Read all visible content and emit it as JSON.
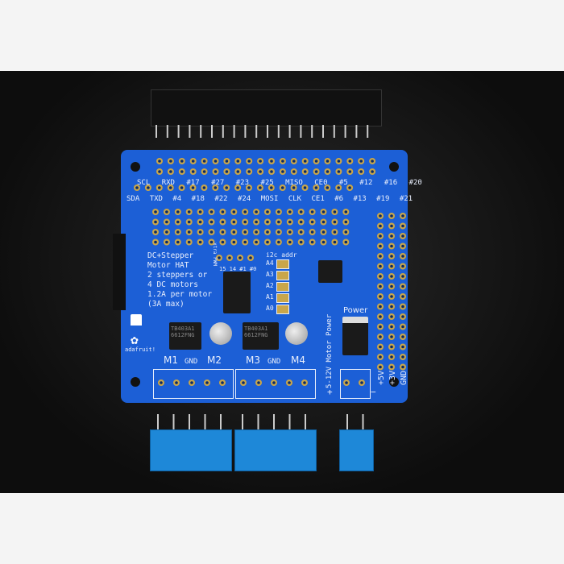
{
  "board": {
    "title_lines": [
      "DC+Stepper",
      "Motor HAT",
      "2 steppers or",
      "4 DC motors",
      "1.2A per motor",
      "(3A max)"
    ],
    "top_row_labels": [
      "SCL",
      "RXD",
      "#17",
      "#27",
      "#23",
      "#25",
      "MISO",
      "CE0",
      "#5",
      "#12",
      "#16",
      "#20"
    ],
    "bottom_row_labels": [
      "SDA",
      "TXD",
      "#4",
      "#18",
      "#22",
      "#24",
      "MOSI",
      "CLK",
      "CE1",
      "#6",
      "#13",
      "#19",
      "#21"
    ],
    "pwm_label": "xtra PWM",
    "pwm_pins": "15 14 #1 #0",
    "i2c_label": "i2c addr",
    "addr_jumpers": [
      "A4",
      "A3",
      "A2",
      "A1",
      "A0"
    ],
    "motor_labels": {
      "m1": "M1",
      "gnd1": "GND",
      "m2": "M2",
      "m3": "M3",
      "gnd2": "GND",
      "m4": "M4"
    },
    "motor_power": "5-12V Motor Power",
    "power_label": "Power",
    "rail_labels": [
      "+5V",
      "+3V",
      "GND"
    ],
    "plus": "+",
    "minus": "−",
    "driver_chip_text": [
      "TB403A1",
      "6612FNG"
    ],
    "logo_text": "adafruit!"
  },
  "colors": {
    "pcb": "#1c5fd6",
    "silkscreen": "#e8eefc",
    "pad": "#c9a64a",
    "terminal": "#1e88d8",
    "background": "#111111"
  }
}
